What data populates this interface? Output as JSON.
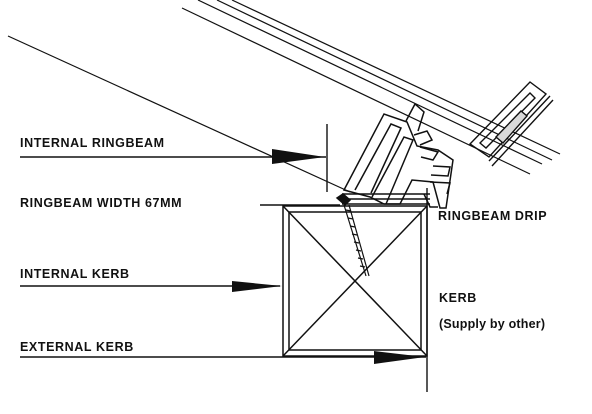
{
  "labels": {
    "internal_ringbeam": "INTERNAL RINGBEAM",
    "ringbeam_width": "RINGBEAM WIDTH 67MM",
    "ringbeam_drip": "RINGBEAM DRIP",
    "internal_kerb": "INTERNAL KERB",
    "kerb": "KERB",
    "supply_by_other": "(Supply by other)",
    "external_kerb": "EXTERNAL KERB"
  },
  "colors": {
    "line": "#111111",
    "background": "#ffffff"
  }
}
